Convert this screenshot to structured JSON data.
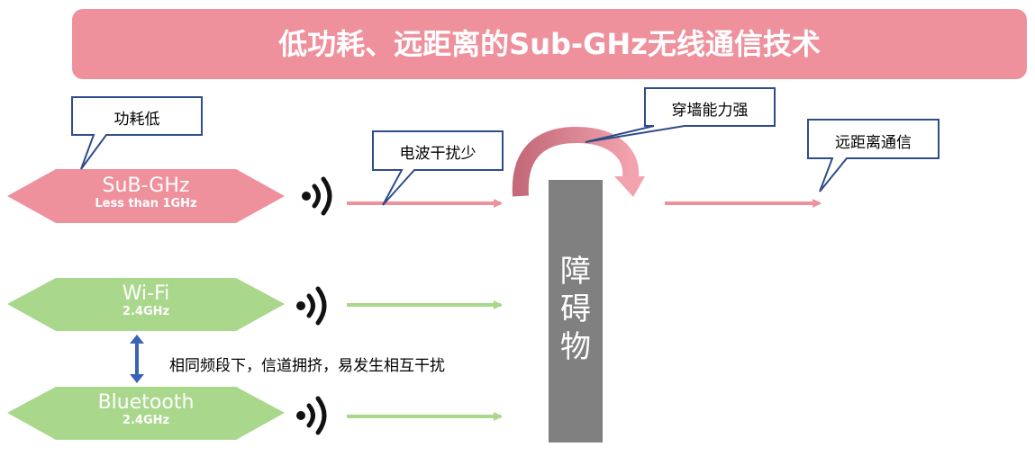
{
  "title": "低功耗、远距离的Sub-GHz无线通信技术",
  "callouts": {
    "low_power": "功耗低",
    "low_interference": "电波干扰少",
    "wall_penetration": "穿墙能力强",
    "long_range": "远距离通信"
  },
  "bands": [
    {
      "name": "SuB-GHz",
      "freq": "Less than 1GHz",
      "color": "#ef919d"
    },
    {
      "name": "Wi-Fi",
      "freq": "2.4GHz",
      "color": "#a9d78b"
    },
    {
      "name": "Bluetooth",
      "freq": "2.4GHz",
      "color": "#a9d78b"
    }
  ],
  "interference_note": "相同频段下，信道拥挤，易发生相互干扰",
  "obstacle": [
    "障",
    "碍",
    "物"
  ],
  "colors": {
    "accent_pink": "#ef919d",
    "green": "#a9d78b",
    "obstacle_gray": "#808080",
    "callout_border": "#2f4d8a",
    "double_arrow": "#3a62b5"
  }
}
